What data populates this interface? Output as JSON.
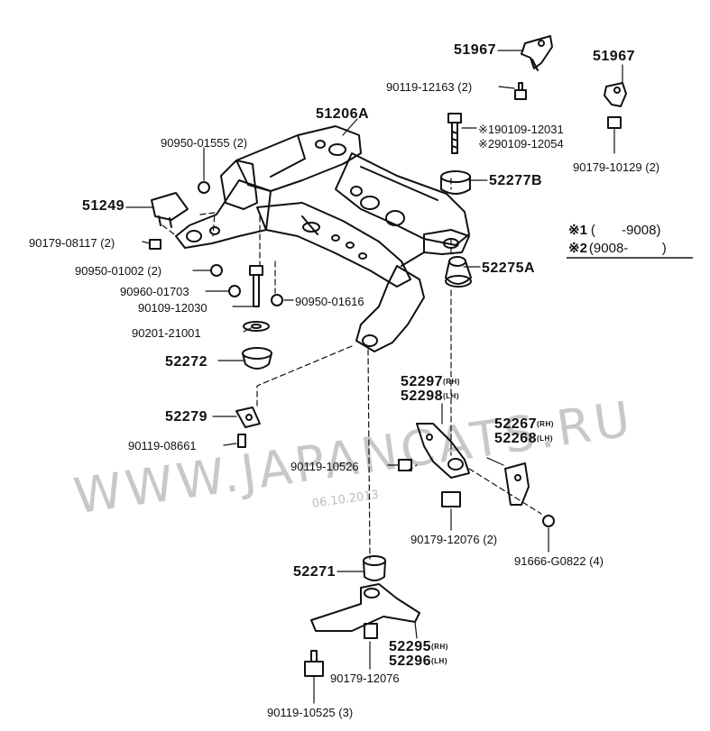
{
  "parts": {
    "p51967a": "51967",
    "p51967b": "51967",
    "p90119_12163": "90119-12163 (2)",
    "p90179_10129": "90179-10129 (2)",
    "p51206A": "51206A",
    "p190109": "※190109-12031",
    "p290109": "※290109-12054",
    "p90950_01555": "90950-01555 (2)",
    "p52277B": "52277B",
    "p51249": "51249",
    "p90179_08117": "90179-08117 (2)",
    "p90950_01002": "90950-01002 (2)",
    "p90960_01703": "90960-01703",
    "p90109_12030": "90109-12030",
    "p90950_01616": "90950-01616",
    "p52275A": "52275A",
    "p90201_21001": "90201-21001",
    "p52272": "52272",
    "p52297": "52297",
    "p52298": "52298",
    "p52279": "52279",
    "p52267": "52267",
    "p52268": "52268",
    "p90119_08661": "90119-08661",
    "p90119_10526": "90119-10526",
    "p90179_12076_2": "90179-12076 (2)",
    "p91666": "91666-G0822 (4)",
    "p52271": "52271",
    "p52295": "52295",
    "p52296": "52296",
    "p90179_12076": "90179-12076",
    "p90119_10525": "90119-10525 (3)",
    "rh": "(RH)",
    "lh": "(LH)"
  },
  "notes": {
    "n1_mark": "※1",
    "n1_range": "(       -9008)",
    "n2_mark": "※2",
    "n2_range": "(9008-         )"
  },
  "watermark": {
    "text": "WWW.JAPANCATS.RU",
    "date": "06.10.2013"
  }
}
